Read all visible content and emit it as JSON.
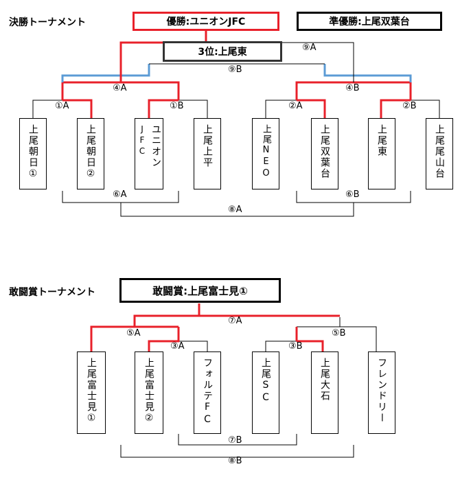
{
  "final": {
    "title": "決勝トーナメント",
    "winner": "優勝:ユニオンJFC",
    "runner_up": "準優勝:上尾双葉台",
    "third": "3位:上尾東",
    "teams": [
      {
        "cols": [
          "上尾朝日①"
        ]
      },
      {
        "cols": [
          "上尾朝日②"
        ]
      },
      {
        "cols": [
          "ユニオン",
          "JFC"
        ]
      },
      {
        "cols": [
          "上尾上平"
        ]
      },
      {
        "cols": [
          "上尾NEO"
        ]
      },
      {
        "cols": [
          "上尾双葉台"
        ]
      },
      {
        "cols": [
          "上尾東"
        ]
      },
      {
        "cols": [
          "上尾尾山台"
        ]
      }
    ],
    "labels": {
      "m1a": "①A",
      "m1b": "①B",
      "m2a": "②A",
      "m2b": "②B",
      "m4a": "④A",
      "m4b": "④B",
      "m9a": "⑨A",
      "m9b": "⑨B",
      "m6a": "⑥A",
      "m6b": "⑥B",
      "m8a": "⑧A"
    }
  },
  "fighting": {
    "title": "敢闘賞トーナメント",
    "winner": "敢闘賞:上尾富士見①",
    "teams": [
      {
        "cols": [
          "上尾富士見①"
        ]
      },
      {
        "cols": [
          "上尾富士見②"
        ]
      },
      {
        "cols": [
          "フォルテFC"
        ]
      },
      {
        "cols": [
          "上尾SC"
        ]
      },
      {
        "cols": [
          "上尾大石"
        ]
      },
      {
        "cols": [
          "フレンドリー"
        ]
      }
    ],
    "labels": {
      "m7a": "⑦A",
      "m5a": "⑤A",
      "m5b": "⑤B",
      "m3a": "③A",
      "m3b": "③B",
      "m7b": "⑦B",
      "m8b": "⑧B"
    }
  },
  "colors": {
    "win": "#e8202a",
    "third": "#5b9bd5",
    "normal": "#000000"
  }
}
